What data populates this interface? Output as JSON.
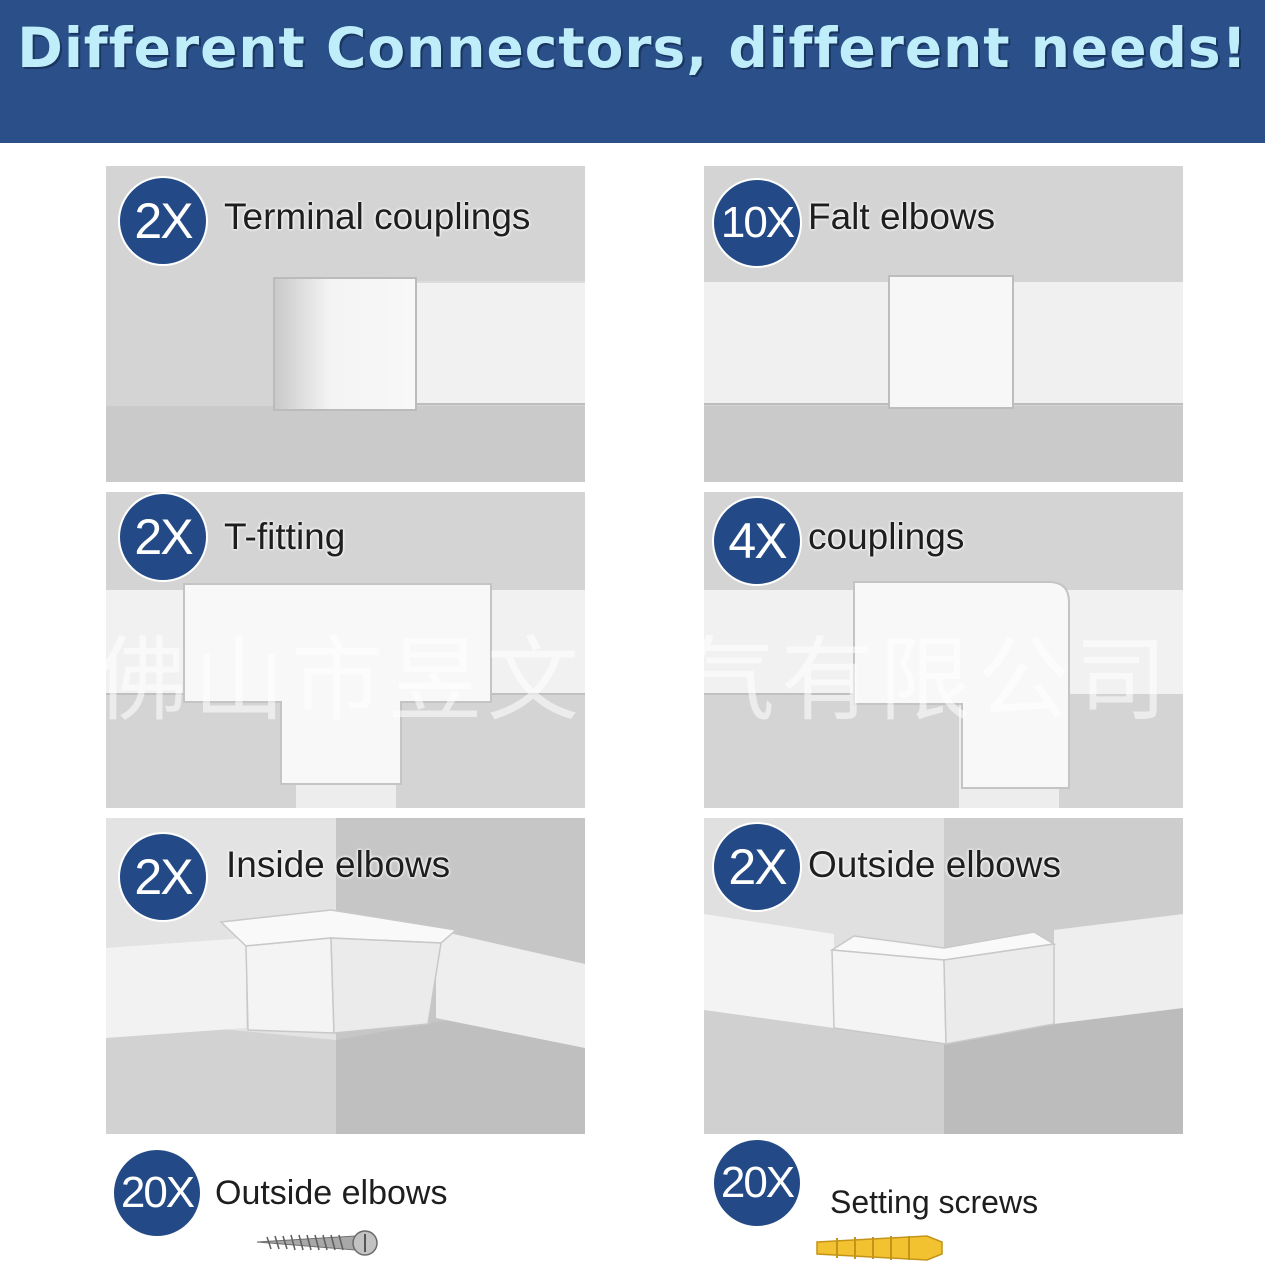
{
  "header": {
    "title": "Different Connectors, different needs!"
  },
  "panels": [
    {
      "count": "2X",
      "label": "Terminal couplings"
    },
    {
      "count": "10X",
      "label": "Falt elbows"
    },
    {
      "count": "2X",
      "label": "T-fitting"
    },
    {
      "count": "4X",
      "label": "couplings"
    },
    {
      "count": "2X",
      "label": "Inside elbows"
    },
    {
      "count": "2X",
      "label": "Outside elbows"
    }
  ],
  "extras": [
    {
      "count": "20X",
      "label": "Outside elbows",
      "icon": "screw-icon"
    },
    {
      "count": "20X",
      "label": "Setting screws",
      "icon": "wall-anchor-icon"
    }
  ],
  "watermark": "佛山市昱文电气有限公司",
  "colors": {
    "header_bg": "#2b4f88",
    "badge_bg": "#234a86",
    "title_text": "#bfeefa"
  }
}
